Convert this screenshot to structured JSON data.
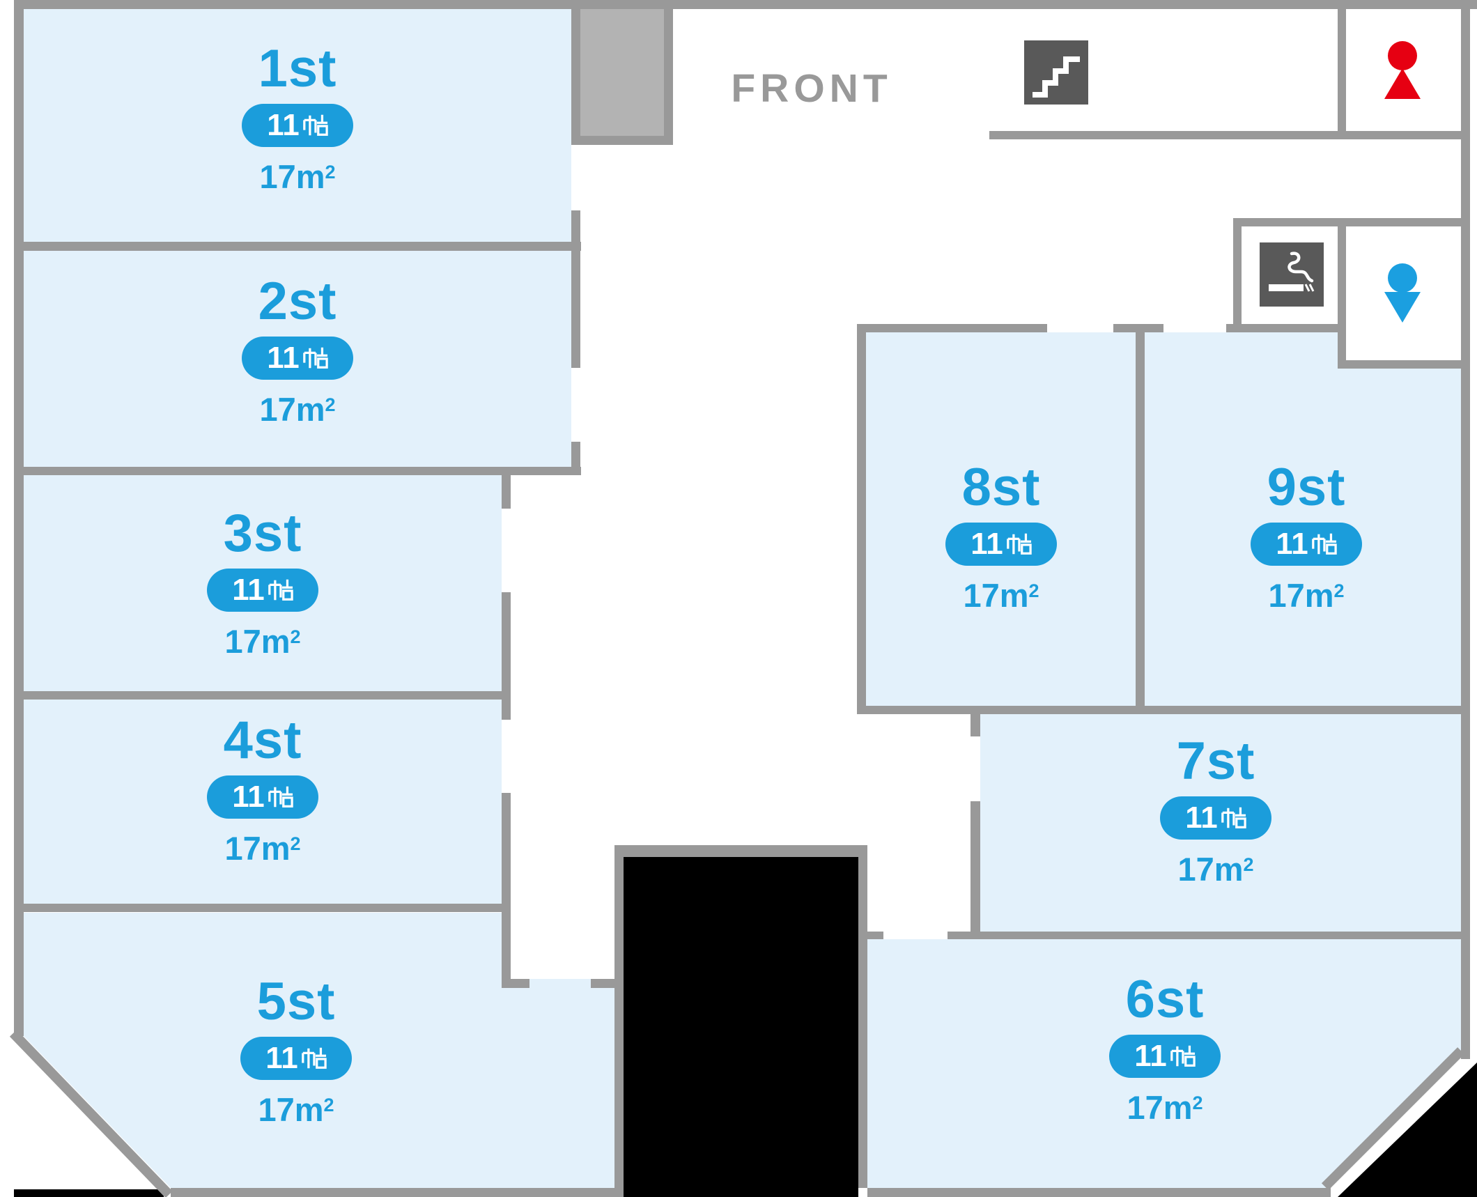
{
  "plan": {
    "front_label": "FRONT",
    "rooms": [
      {
        "id": "1st",
        "size_label": "11帖",
        "size_num": "11",
        "area_label": "17㎡",
        "area_base": "17m",
        "area_sup": "2"
      },
      {
        "id": "2st",
        "size_label": "11帖",
        "size_num": "11",
        "area_label": "17㎡",
        "area_base": "17m",
        "area_sup": "2"
      },
      {
        "id": "3st",
        "size_label": "11帖",
        "size_num": "11",
        "area_label": "17㎡",
        "area_base": "17m",
        "area_sup": "2"
      },
      {
        "id": "4st",
        "size_label": "11帖",
        "size_num": "11",
        "area_label": "17㎡",
        "area_base": "17m",
        "area_sup": "2"
      },
      {
        "id": "5st",
        "size_label": "11帖",
        "size_num": "11",
        "area_label": "17㎡",
        "area_base": "17m",
        "area_sup": "2"
      },
      {
        "id": "6st",
        "size_label": "11帖",
        "size_num": "11",
        "area_label": "17㎡",
        "area_base": "17m",
        "area_sup": "2"
      },
      {
        "id": "7st",
        "size_label": "11帖",
        "size_num": "11",
        "area_label": "17㎡",
        "area_base": "17m",
        "area_sup": "2"
      },
      {
        "id": "8st",
        "size_label": "11帖",
        "size_num": "11",
        "area_label": "17㎡",
        "area_base": "17m",
        "area_sup": "2"
      },
      {
        "id": "9st",
        "size_label": "11帖",
        "size_num": "11",
        "area_label": "17㎡",
        "area_base": "17m",
        "area_sup": "2"
      }
    ],
    "icons": {
      "stairs": "stairs-icon",
      "smoking": "smoking-area-icon",
      "women": "womens-restroom-icon",
      "men": "mens-restroom-icon"
    },
    "colors": {
      "accent": "#1B9DDB",
      "room_fill": "#E3F1FB",
      "wall": "#999999",
      "icon_dark": "#595959",
      "restroom_red": "#E60012",
      "restroom_blue": "#1B9FE0",
      "elevator_fill": "#B3B3B3",
      "shaft": "#000000"
    }
  }
}
